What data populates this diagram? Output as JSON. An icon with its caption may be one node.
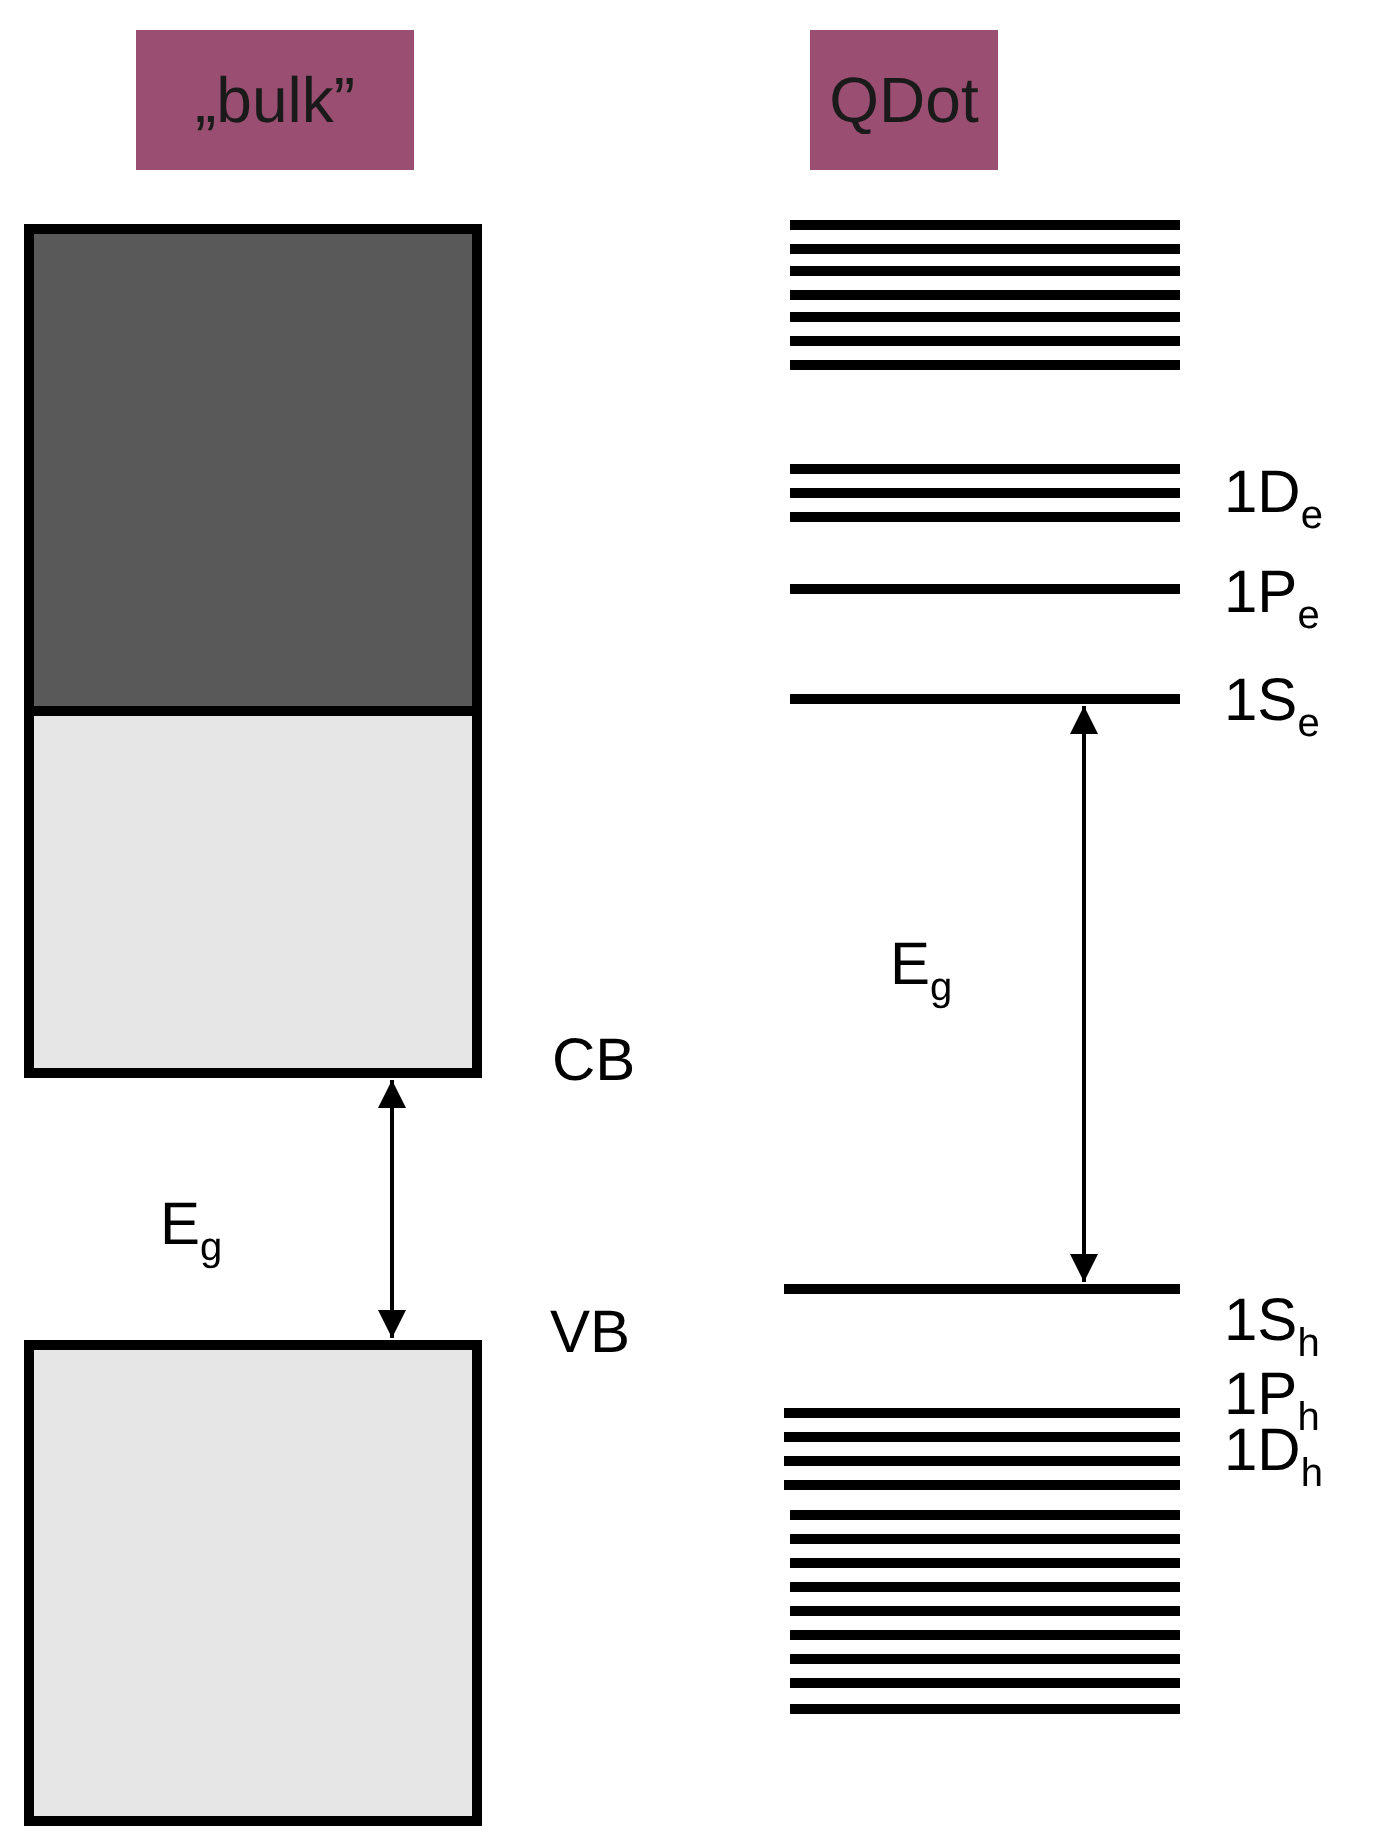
{
  "diagram": {
    "nodes": [
      {
        "text": [
          "„bulk”"
        ]
      },
      {
        "text": [
          "QDot"
        ]
      },
      {
        "text": [],
        "shape": "box"
      },
      {
        "text": [],
        "shape": "bar",
        "beside": [
          "1D$_{e}$"
        ]
      },
      {
        "text": [],
        "shape": "bar",
        "beside": [
          "1P$_{e}$"
        ]
      },
      {
        "text": [],
        "shape": "bar",
        "beside": [
          "1S$_{e}$"
        ]
      },
      {
        "text": [],
        "shape": "box",
        "beside": [
          "CB"
        ]
      },
      {
        "text": [],
        "shape": "box",
        "beside": [
          "VB"
        ]
      },
      {
        "text": [],
        "shape": "bar",
        "beside": [
          "1S$_{h}$"
        ]
      },
      {
        "text": [],
        "shape": "bar",
        "beside": [
          "1P$_{h}$"
        ]
      },
      {
        "text": [],
        "shape": "bar",
        "beside": [
          "1D$_{h}$"
        ]
      }
    ],
    "edges": [
      {
        "from": 6,
        "to": 7,
        "arrow": "both",
        "label": "E$_{g}$"
      },
      {
        "from": 5,
        "to": 8,
        "arrow": "both",
        "label": "E$_{g}$"
      }
    ]
  }
}
